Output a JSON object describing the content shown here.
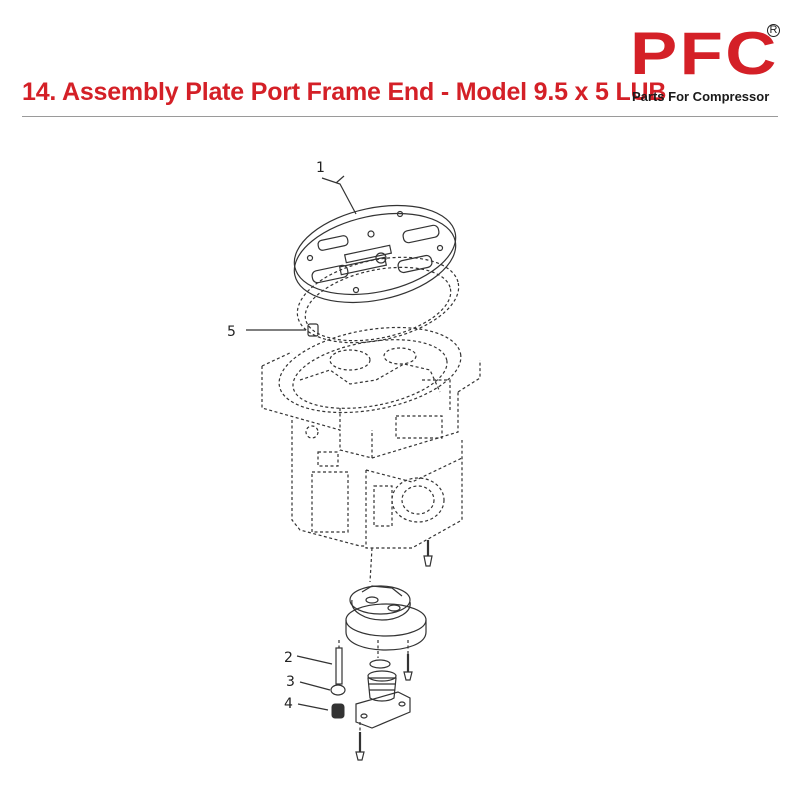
{
  "header": {
    "title": "14. Assembly Plate Port Frame End - Model 9.5 x 5 LUB"
  },
  "logo": {
    "letters": "PFC",
    "tagline": "Parts For Compressor",
    "registered_mark": "R",
    "brand_color": "#d42027"
  },
  "diagram": {
    "callouts": [
      "1",
      "5",
      "2",
      "3",
      "4"
    ]
  }
}
